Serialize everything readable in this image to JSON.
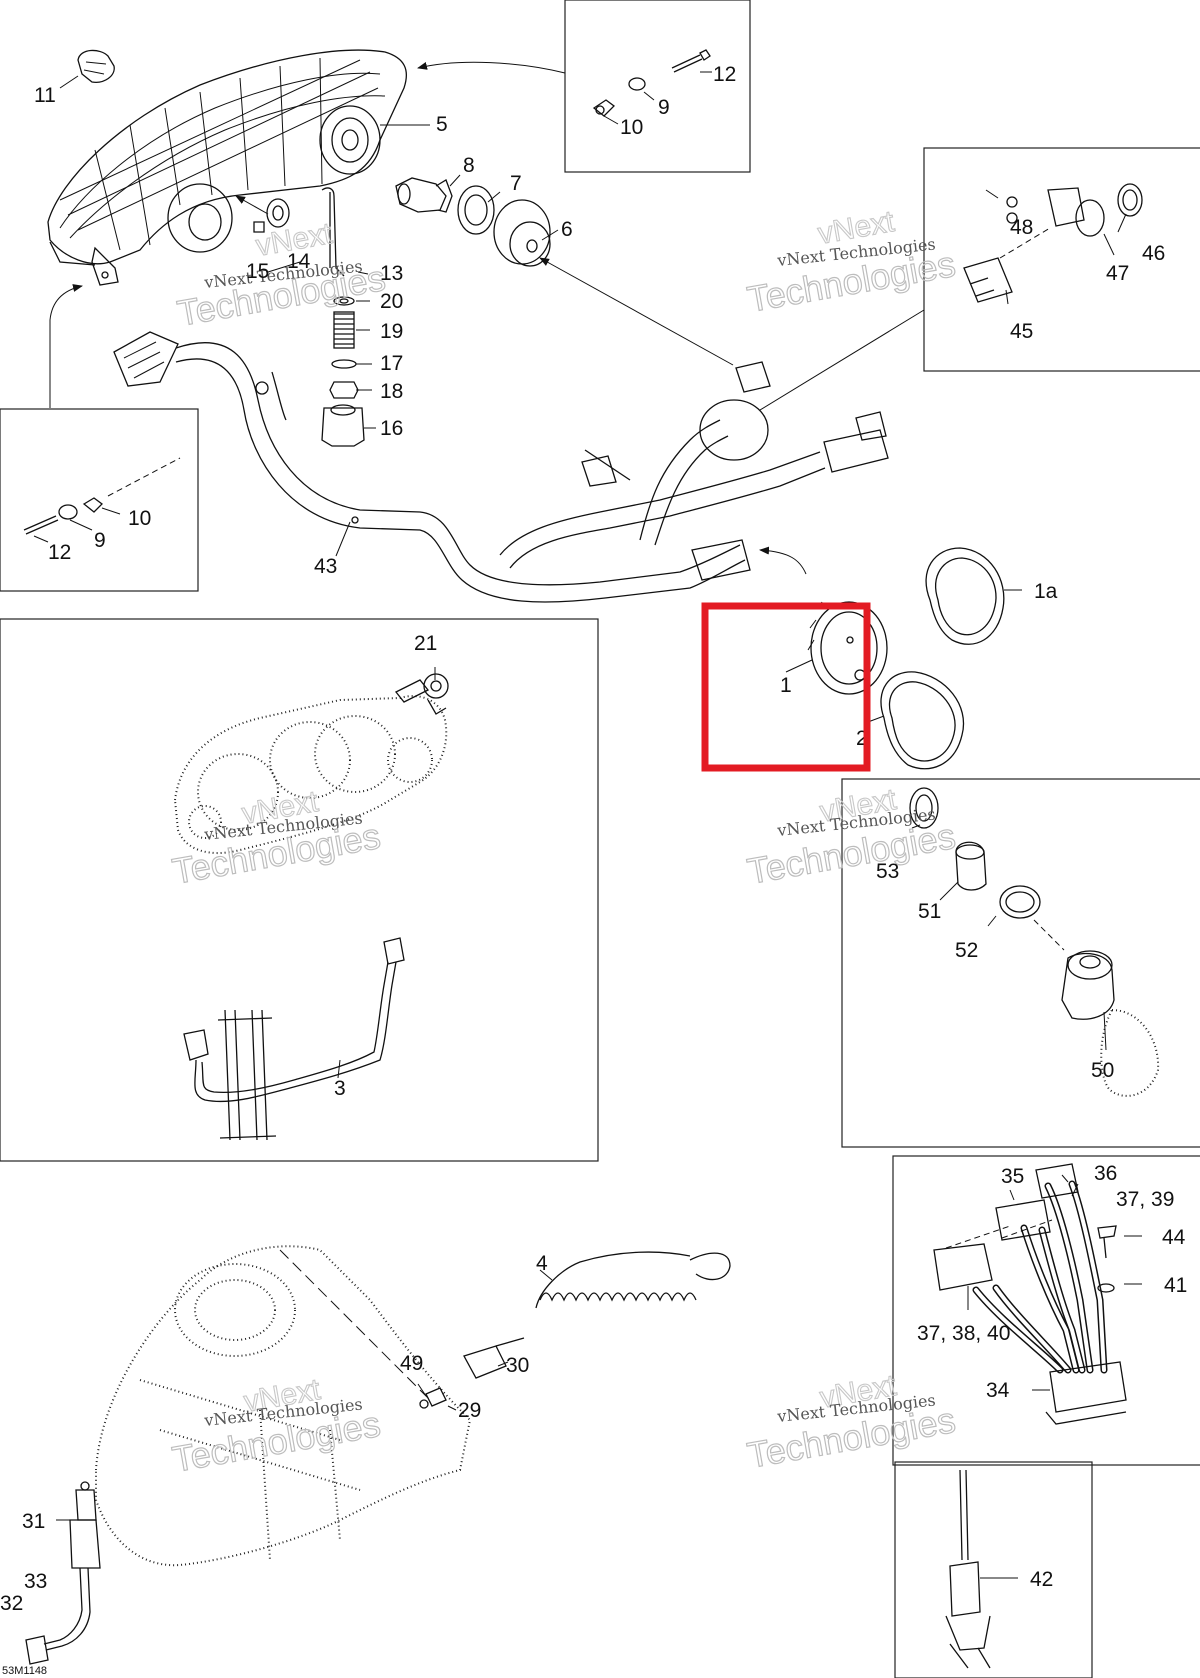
{
  "diagram_code": "53M1148",
  "highlight_color": "#e31b23",
  "watermark": {
    "small": "vNext Technologies",
    "large": "Technologies",
    "top": "vNext"
  },
  "labels": {
    "l1": "1",
    "l1a": "1a",
    "l2": "2",
    "l3": "3",
    "l4": "4",
    "l5": "5",
    "l6": "6",
    "l7": "7",
    "l8": "8",
    "l9a": "9",
    "l9b": "9",
    "l10a": "10",
    "l10b": "10",
    "l11": "11",
    "l12a": "12",
    "l12b": "12",
    "l13": "13",
    "l14": "14",
    "l15": "15",
    "l16": "16",
    "l17": "17",
    "l18": "18",
    "l19": "19",
    "l20": "20",
    "l21": "21",
    "l29": "29",
    "l30": "30",
    "l31": "31",
    "l32": "32",
    "l33": "33",
    "l34": "34",
    "l35": "35",
    "l36": "36",
    "l37_39": "37, 39",
    "l37_38_40": "37, 38, 40",
    "l41": "41",
    "l42": "42",
    "l43": "43",
    "l44": "44",
    "l45": "45",
    "l46": "46",
    "l47": "47",
    "l48": "48",
    "l49": "49",
    "l50": "50",
    "l51": "51",
    "l52": "52",
    "l53": "53"
  }
}
